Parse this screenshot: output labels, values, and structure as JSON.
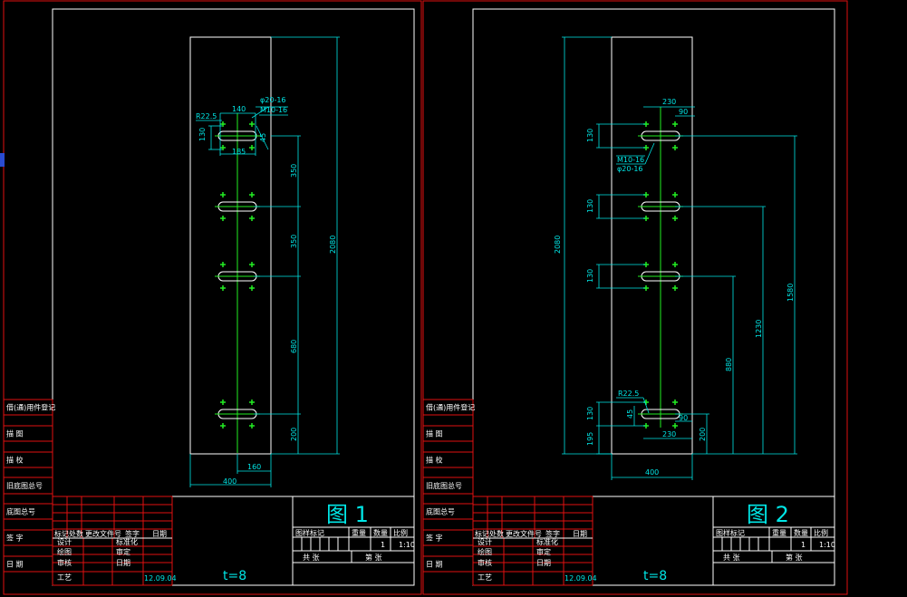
{
  "side_labels": [
    "借(通)用件登记",
    "描 图",
    "描 校",
    "旧底图总号",
    "底图总号",
    "签 字",
    "日 期"
  ],
  "title_block": {
    "rev_headers": [
      "标记",
      "处数",
      "更改文件号",
      "签字",
      "日期"
    ],
    "roles": [
      "设计",
      "绘图",
      "审核",
      "工艺"
    ],
    "roles2": [
      "标准化",
      "审定",
      "日期"
    ],
    "date": "12.09.04",
    "thickness": "t=8",
    "meta_headers": [
      "图样标记",
      "重量",
      "数量",
      "比例"
    ],
    "qty": "1",
    "scale": "1:10",
    "sheet_total": "共 张",
    "sheet_no": "第 张"
  },
  "sheets": [
    {
      "title": "图 1",
      "dims": {
        "top_w1": "140",
        "top_w2": "185",
        "radius": "R22.5",
        "hole": "φ20-16",
        "thread": "M10-16",
        "h130": "130",
        "h45": "45",
        "d350a": "350",
        "d350b": "350",
        "d680": "680",
        "d200": "200",
        "total_h": "2080",
        "width": "400",
        "offset": "160"
      }
    },
    {
      "title": "图 2",
      "dims": {
        "w230a": "230",
        "w90a": "90",
        "thread": "M10-16",
        "hole": "φ20-16",
        "h130a": "130",
        "h130b": "130",
        "h130c": "130",
        "h130d": "130",
        "total_h": "2080",
        "d1580": "1580",
        "d1230": "1230",
        "d880": "880",
        "d200": "200",
        "radius": "R22.5",
        "h45": "45",
        "w90b": "90",
        "w230b": "230",
        "h195": "195",
        "width": "400"
      }
    }
  ]
}
